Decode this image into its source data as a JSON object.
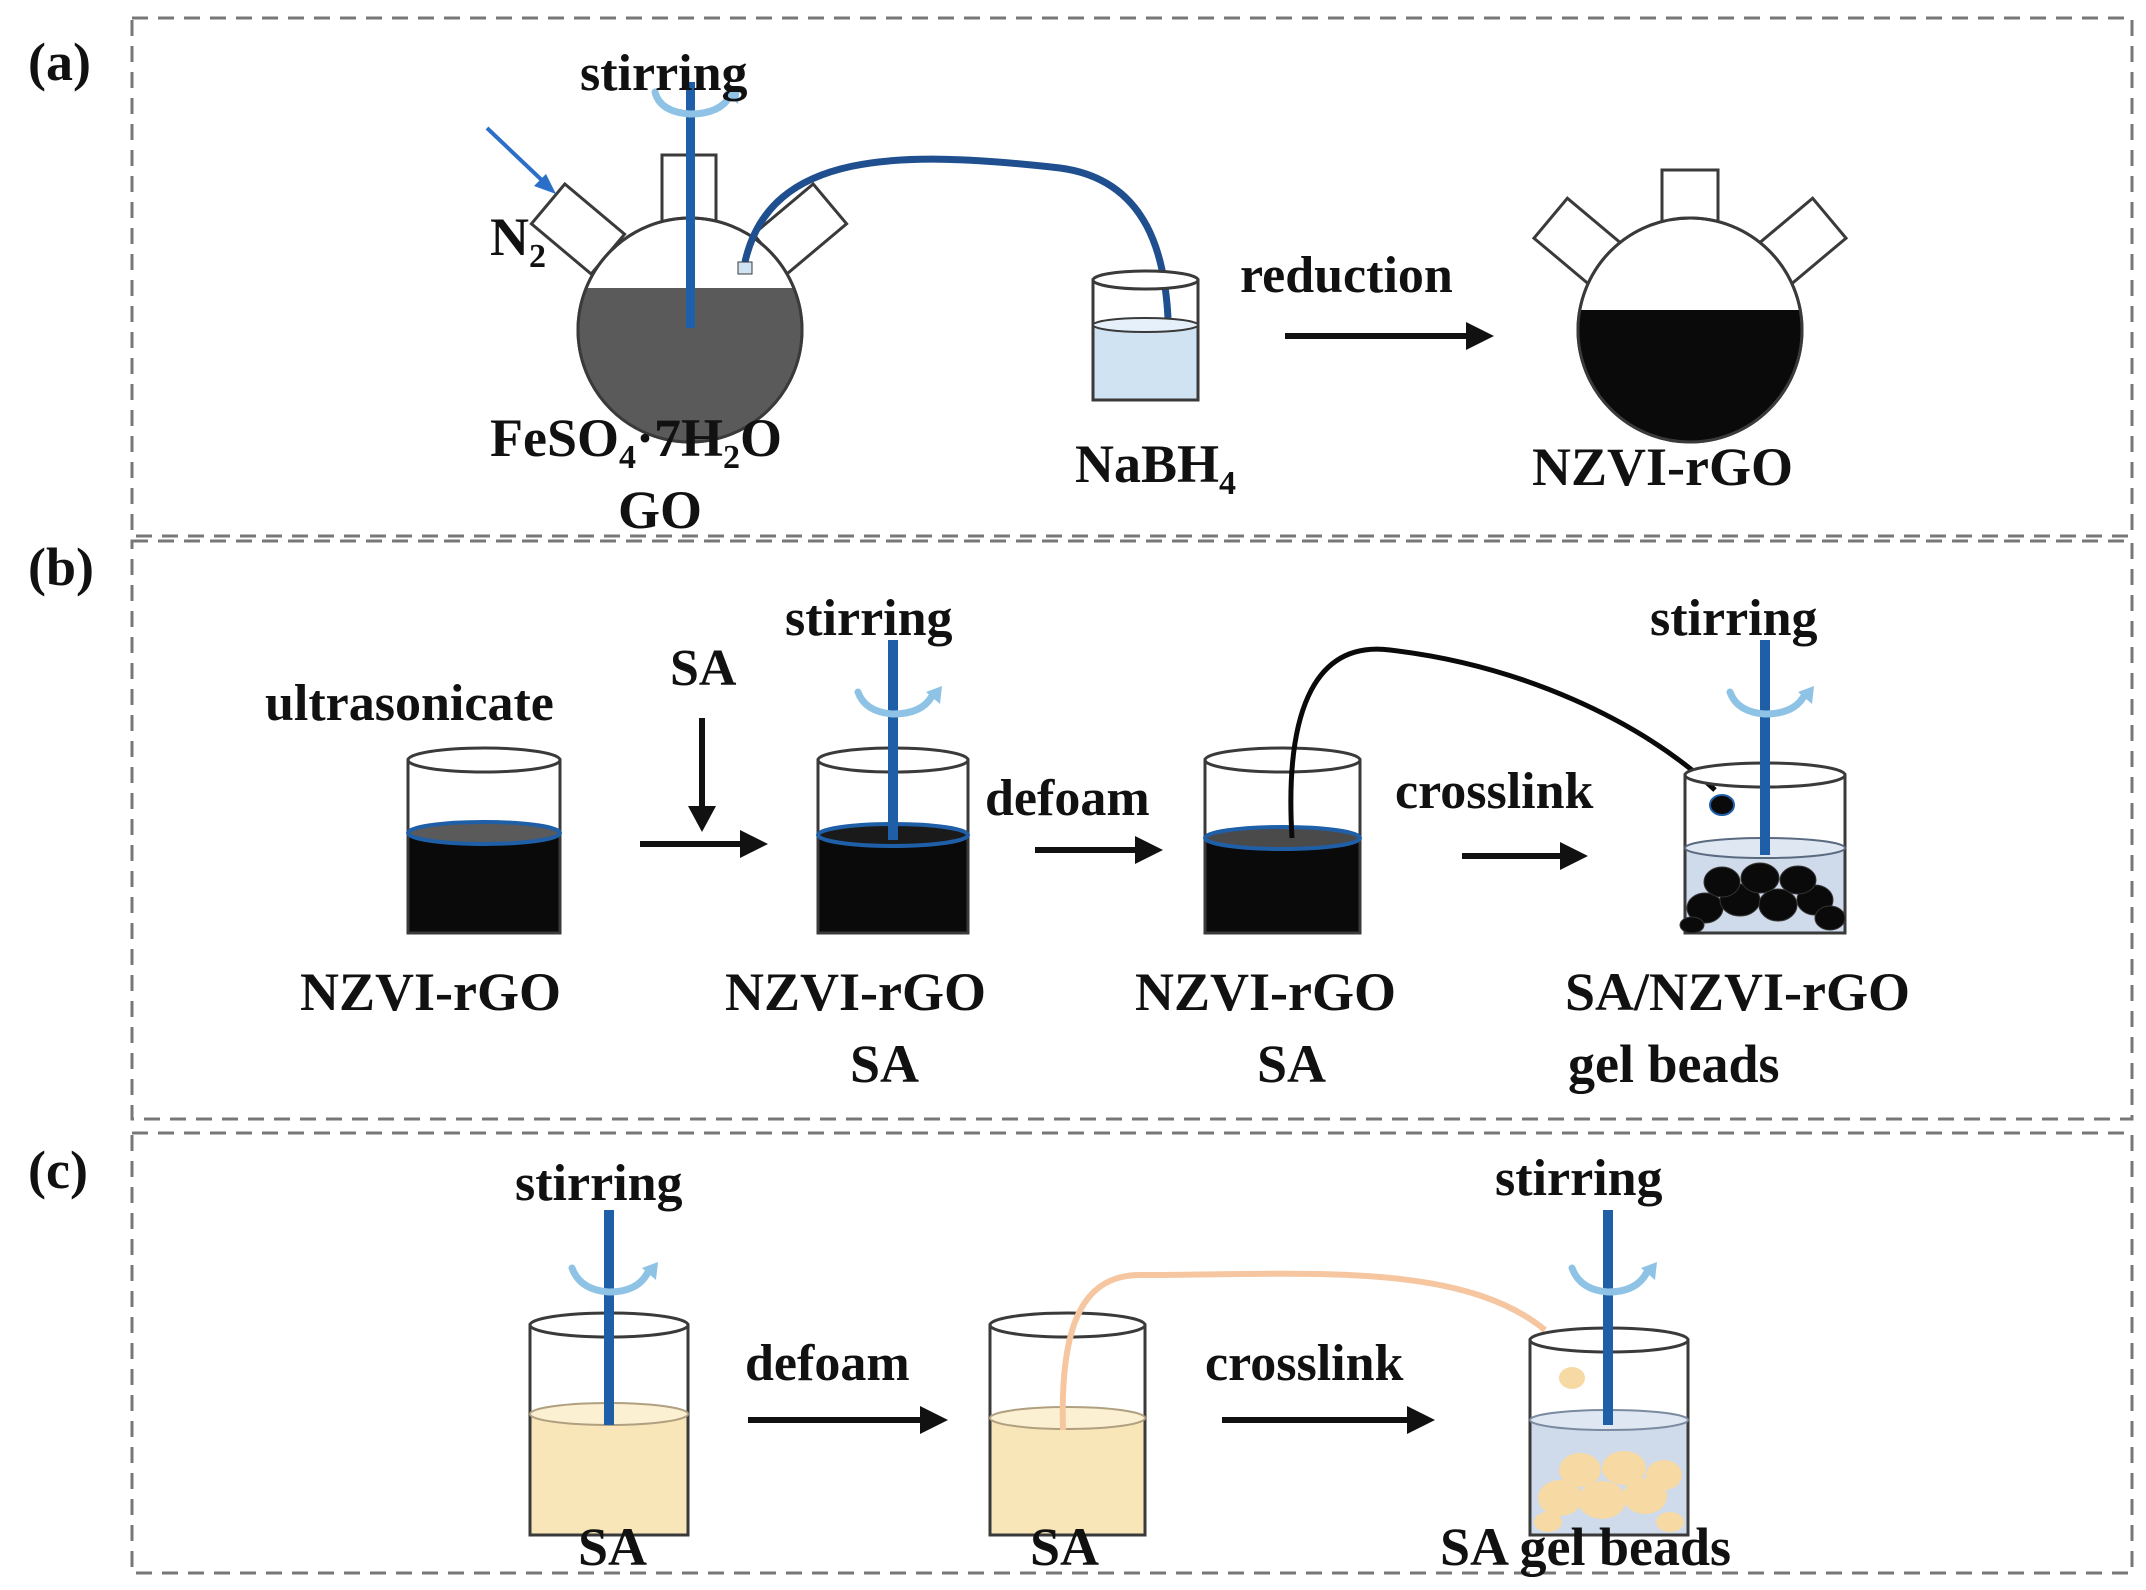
{
  "panels": {
    "a": {
      "label": "(a)",
      "stirring": "stirring",
      "gas": "N",
      "gas_sub": "2",
      "flask_contents_line1_parts": [
        "FeSO",
        "4",
        "·7H",
        "2",
        "O"
      ],
      "flask_contents_line2": "GO",
      "reagent_parts": [
        "NaBH",
        "4"
      ],
      "step": "reduction",
      "product": "NZVI-rGO"
    },
    "b": {
      "label": "(b)",
      "step_ultrasonicate": "ultrasonicate",
      "additive": "SA",
      "stirring_1": "stirring",
      "step_defoam": "defoam",
      "step_crosslink": "crosslink",
      "stirring_2": "stirring",
      "name_1": "NZVI-rGO",
      "name_2_line1": "NZVI-rGO",
      "name_2_line2": "SA",
      "name_3_line1": "NZVI-rGO",
      "name_3_line2": "SA",
      "name_4_line1": "SA/NZVI-rGO",
      "name_4_line2": "gel beads"
    },
    "c": {
      "label": "(c)",
      "stirring_1": "stirring",
      "step_defoam": "defoam",
      "step_crosslink": "crosslink",
      "stirring_2": "stirring",
      "name_1": "SA",
      "name_2": "SA",
      "name_3": "SA gel beads"
    }
  },
  "colors": {
    "dark_liquid": "#5a5a5a",
    "black_liquid": "#0a0a0a",
    "nabh4_liquid": "#cfe3f3",
    "sa_liquid": "#f8e6b8",
    "crosslink_bath": "#cfdaea",
    "sa_bead": "#f7d9a3",
    "stir_rod": "#1f5fa8",
    "n2_arrow": "#2b6fc9",
    "swirl": "#8fc3e6",
    "tube_a": "#1f4f8f",
    "tube_b": "#0a0a0a",
    "tube_c": "#f6c6a0"
  }
}
